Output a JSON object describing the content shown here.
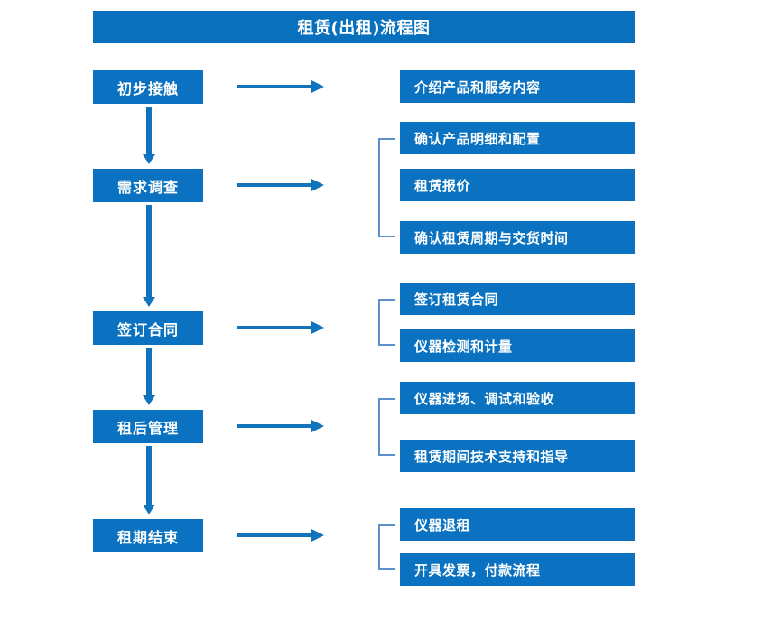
{
  "diagram": {
    "title": "租赁(出租)流程图",
    "accent_color": "#0a72c0",
    "title_bar_color": "#0870bd",
    "arrow_color": "#1273bd",
    "bracket_color": "#5b8fc9",
    "text_color": "#ffffff",
    "background_color": "#ffffff"
  },
  "stages": [
    {
      "label": "初步接触"
    },
    {
      "label": "需求调查"
    },
    {
      "label": "签订合同"
    },
    {
      "label": "租后管理"
    },
    {
      "label": "租期结束"
    }
  ],
  "groups": [
    {
      "stage": "初步接触",
      "bracket": false,
      "details": [
        {
          "label": "介绍产品和服务内容"
        }
      ]
    },
    {
      "stage": "需求调查",
      "bracket": true,
      "details": [
        {
          "label": "确认产品明细和配置"
        },
        {
          "label": "租赁报价"
        },
        {
          "label": "确认租赁周期与交货时间"
        }
      ]
    },
    {
      "stage": "签订合同",
      "bracket": true,
      "details": [
        {
          "label": "签订租赁合同"
        },
        {
          "label": "仪器检测和计量"
        }
      ]
    },
    {
      "stage": "租后管理",
      "bracket": true,
      "details": [
        {
          "label": "仪器进场、调试和验收"
        },
        {
          "label": "租赁期间技术支持和指导"
        }
      ]
    },
    {
      "stage": "租期结束",
      "bracket": true,
      "details": [
        {
          "label": "仪器退租"
        },
        {
          "label": "开具发票，付款流程"
        }
      ]
    }
  ]
}
